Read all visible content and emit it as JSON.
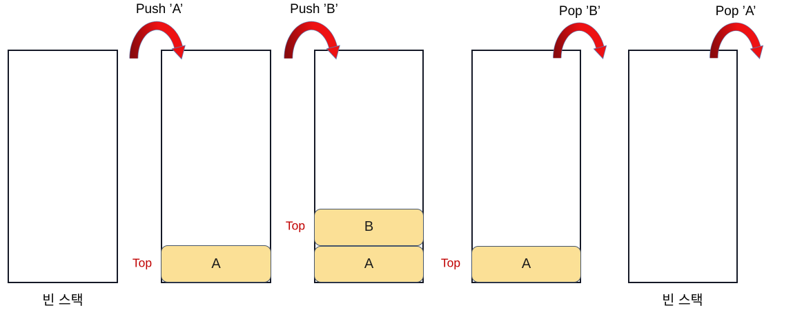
{
  "diagram": {
    "subject": "stack push pop sequence",
    "operations": [
      {
        "label": "Push ’A’"
      },
      {
        "label": "Push ’B’"
      },
      {
        "label": "Pop ’B’"
      },
      {
        "label": "Pop ’A’"
      }
    ],
    "stacks": [
      {
        "name": "empty-initial",
        "caption": "빈 스택",
        "items": []
      },
      {
        "name": "after-push-a",
        "top_label": "Top",
        "items": [
          {
            "label": "A"
          }
        ]
      },
      {
        "name": "after-push-b",
        "top_label": "Top",
        "items": [
          {
            "label": "B"
          },
          {
            "label": "A"
          }
        ]
      },
      {
        "name": "after-pop-b",
        "top_label": "Top",
        "items": [
          {
            "label": "A"
          }
        ]
      },
      {
        "name": "empty-final",
        "caption": "빈 스택",
        "items": []
      }
    ],
    "icons": {
      "push": "curved-arrow-over-wall-icon",
      "pop": "curved-arrow-over-wall-icon"
    },
    "colors": {
      "item_fill": "#FBE096",
      "item_border": "#44546A",
      "stack_border": "#141826",
      "top_label_color": "#C00000",
      "text_color": "#111111",
      "arrow_dark": "#8A0A0E",
      "arrow_mid": "#C00D10",
      "arrow_bright": "#EE1113",
      "arrow_outline": "#6277AD",
      "canvas_bg": "#FFFFFF"
    }
  }
}
